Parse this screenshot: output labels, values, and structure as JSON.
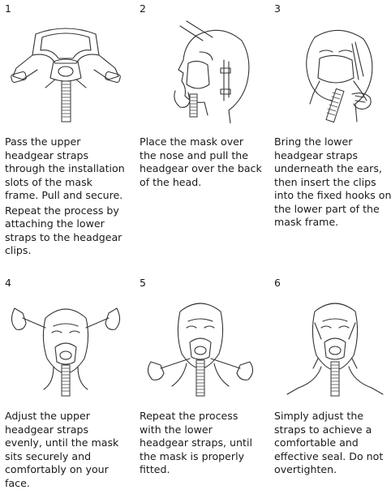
{
  "steps": [
    {
      "number": "1",
      "illustration": "mask-frame-with-headgear",
      "paragraphs": [
        "Pass the upper headgear straps through the installation slots of the mask frame. Pull and secure.",
        "Repeat the process by attaching the lower straps to the headgear clips."
      ]
    },
    {
      "number": "2",
      "illustration": "placing-mask-over-head",
      "paragraphs": [
        "Place the mask over the nose and pull the headgear over the back of the head."
      ]
    },
    {
      "number": "3",
      "illustration": "inserting-lower-clips",
      "paragraphs": [
        "Bring the lower headgear straps underneath the ears, then insert the clips into the fixed hooks on the lower part of the mask frame."
      ]
    },
    {
      "number": "4",
      "illustration": "adjusting-upper-straps",
      "paragraphs": [
        "Adjust the upper headgear straps evenly, until the mask sits securely and comfortably on your face."
      ]
    },
    {
      "number": "5",
      "illustration": "adjusting-lower-straps",
      "paragraphs": [
        "Repeat the process with the lower headgear straps, until the mask is properly fitted."
      ]
    },
    {
      "number": "6",
      "illustration": "fitted-mask",
      "paragraphs": [
        "Simply adjust the straps to achieve a comfortable and effective seal. Do not overtighten."
      ]
    }
  ]
}
